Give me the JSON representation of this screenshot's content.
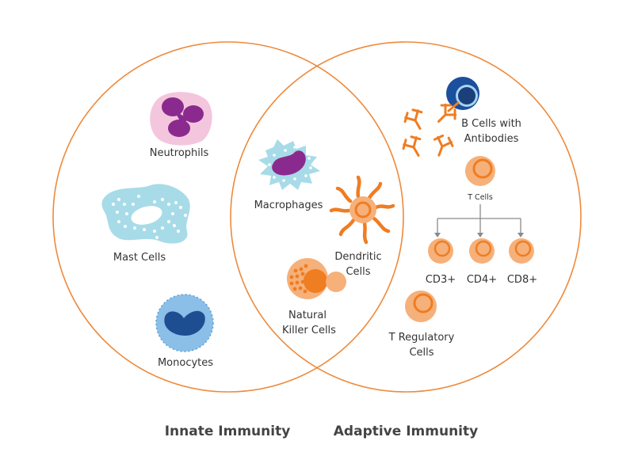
{
  "colors": {
    "circle_outline": "#ee8a3c",
    "orange": "#ef7d22",
    "orange_light": "#f6b07a",
    "neutrophil_body": "#f3c6dd",
    "neutrophil_nucleus": "#8b2a8e",
    "light_blue": "#a8dbe8",
    "monocyte_body": "#8bbfe8",
    "monocyte_nucleus": "#1e4e92",
    "bcell_dark": "#1c4f9c",
    "bcell_ring": "#a6d4f2",
    "bcell_nucleus": "#1a3f7a",
    "arrow": "#8a8a8a"
  },
  "innate": {
    "title": "Innate Immunity",
    "cells": [
      {
        "name": "Neutrophils",
        "icon": "neutrophil-icon"
      },
      {
        "name": "Mast Cells",
        "icon": "mast-cell-icon"
      },
      {
        "name": "Monocytes",
        "icon": "monocyte-icon"
      }
    ]
  },
  "overlap": {
    "cells": [
      {
        "name": "Macrophages",
        "icon": "macrophage-icon"
      },
      {
        "name_line1": "Dendritic",
        "name_line2": "Cells",
        "icon": "dendritic-cell-icon"
      },
      {
        "name_line1": "Natural",
        "name_line2": "Killer Cells",
        "icon": "natural-killer-cell-icon"
      }
    ]
  },
  "adaptive": {
    "title": "Adaptive Immunity",
    "b_cells": {
      "line1": "B Cells with",
      "line2": "Antibodies",
      "icon": "b-cell-icon"
    },
    "t_cells": {
      "label": "T Cells",
      "icon": "t-cell-icon",
      "subtypes": [
        "CD3+",
        "CD4+",
        "CD8+"
      ]
    },
    "t_regulatory": {
      "line1": "T Regulatory",
      "line2": "Cells",
      "icon": "t-regulatory-cell-icon"
    }
  }
}
